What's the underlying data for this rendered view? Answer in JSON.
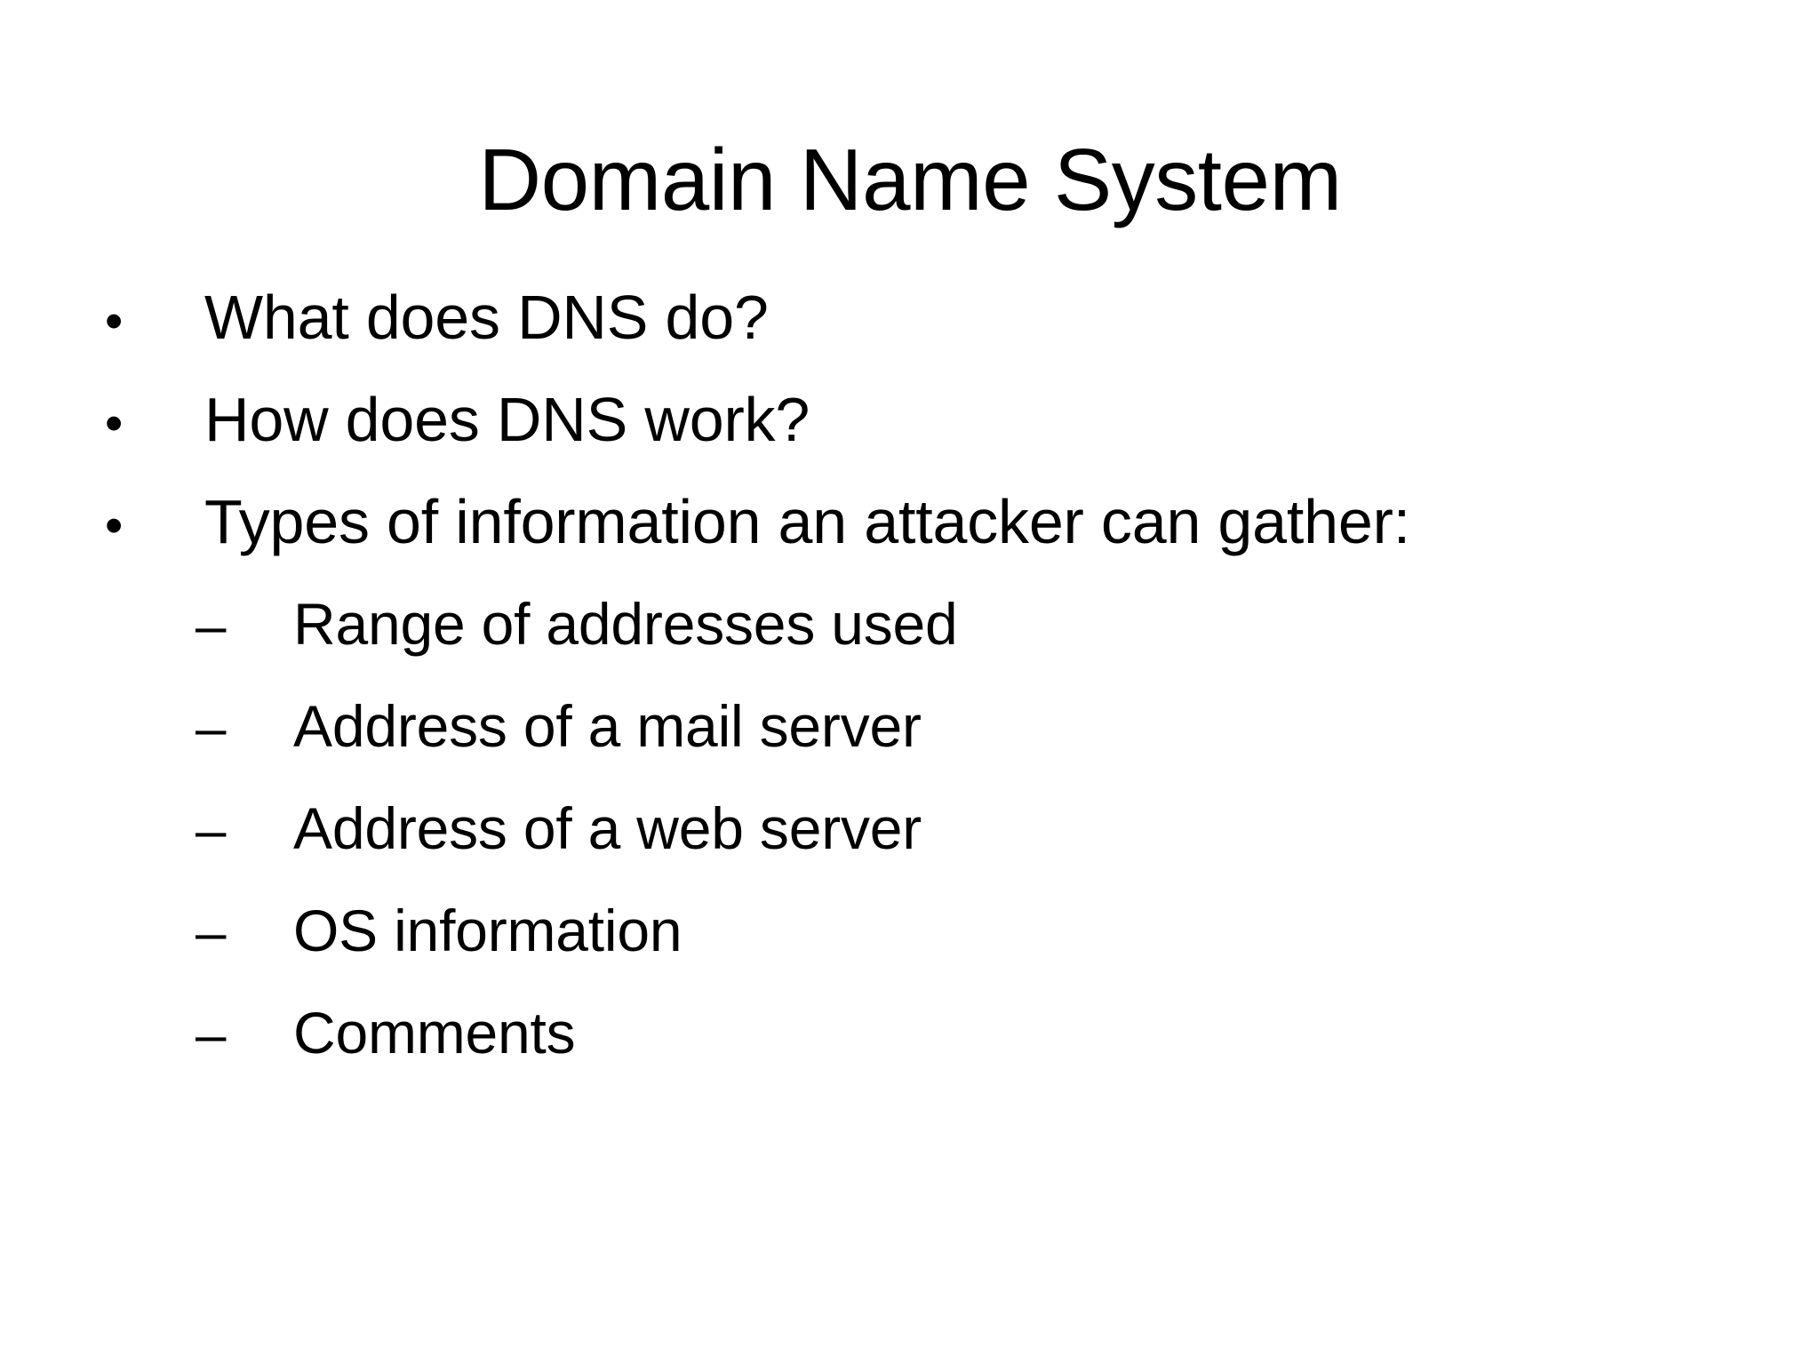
{
  "slide": {
    "title": "Domain Name System",
    "background_color": "#FFFFFF",
    "text_color": "#000000",
    "level1_marker": "•",
    "level2_marker": "–",
    "bullets": [
      {
        "level": 1,
        "marker": "•",
        "text": "What does DNS do?"
      },
      {
        "level": 1,
        "marker": "•",
        "text": "How does DNS work?"
      },
      {
        "level": 1,
        "marker": "•",
        "text": "Types of information an attacker can gather:"
      },
      {
        "level": 2,
        "marker": "–",
        "text": "Range of addresses used"
      },
      {
        "level": 2,
        "marker": "–",
        "text": "Address of a mail server"
      },
      {
        "level": 2,
        "marker": "–",
        "text": "Address of a web server"
      },
      {
        "level": 2,
        "marker": "–",
        "text": "OS information"
      },
      {
        "level": 2,
        "marker": "–",
        "text": "Comments"
      }
    ]
  }
}
